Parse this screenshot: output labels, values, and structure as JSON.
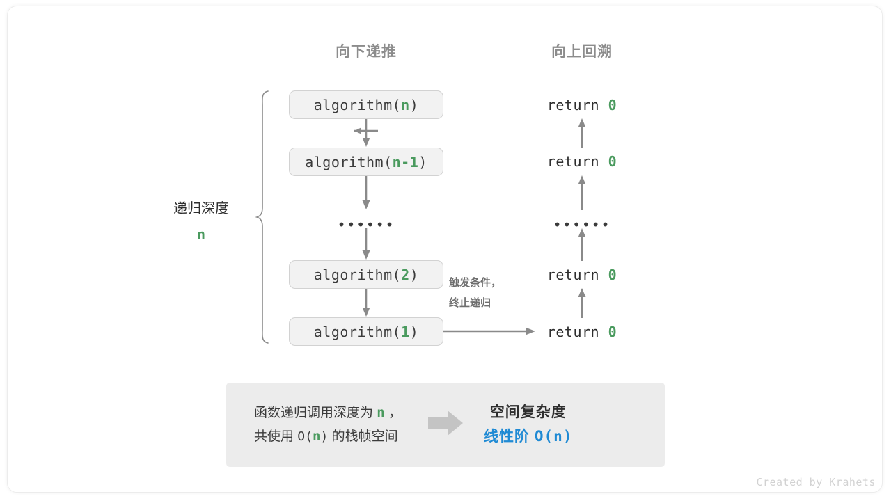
{
  "headers": {
    "left": "向下递推",
    "right": "向上回溯"
  },
  "side_label": {
    "title": "递归深度",
    "value": "n"
  },
  "call_stack": [
    {
      "fn": "algorithm(",
      "arg": "n",
      "close": ")"
    },
    {
      "fn": "algorithm(",
      "arg": "n-1",
      "close": ")"
    },
    {
      "fn": "algorithm(",
      "arg": "2",
      "close": ")"
    },
    {
      "fn": "algorithm(",
      "arg": "1",
      "close": ")"
    }
  ],
  "ellipsis": "••••••",
  "returns": [
    {
      "keyword": "return",
      "value": "0"
    },
    {
      "keyword": "return",
      "value": "0"
    },
    {
      "keyword": "return",
      "value": "0"
    },
    {
      "keyword": "return",
      "value": "0"
    }
  ],
  "trigger_note": {
    "line1": "触发条件，",
    "line2": "终止递归"
  },
  "summary": {
    "left_line1_a": "函数递归调用深度为",
    "left_line1_n": "n",
    "left_line1_b": "，",
    "left_line2_a": "共使用",
    "left_line2_o": "O(",
    "left_line2_n": "n",
    "left_line2_c": ")",
    "left_line2_b": "的栈帧空间",
    "arrow_icon": "right-block-arrow-icon",
    "right_title": "空间复杂度",
    "right_value_label": "线性阶",
    "right_value_expr": "O(n)"
  },
  "footer": "Created by Krahets",
  "colors": {
    "accent_green": "#4a9a5e",
    "accent_blue": "#1f8ad4",
    "box_fill": "#f2f2f2",
    "box_border": "#d2d2d2",
    "arrow_gray": "#8a8a8a",
    "panel_bg": "#ececec",
    "header_gray": "#8c8c8c"
  }
}
